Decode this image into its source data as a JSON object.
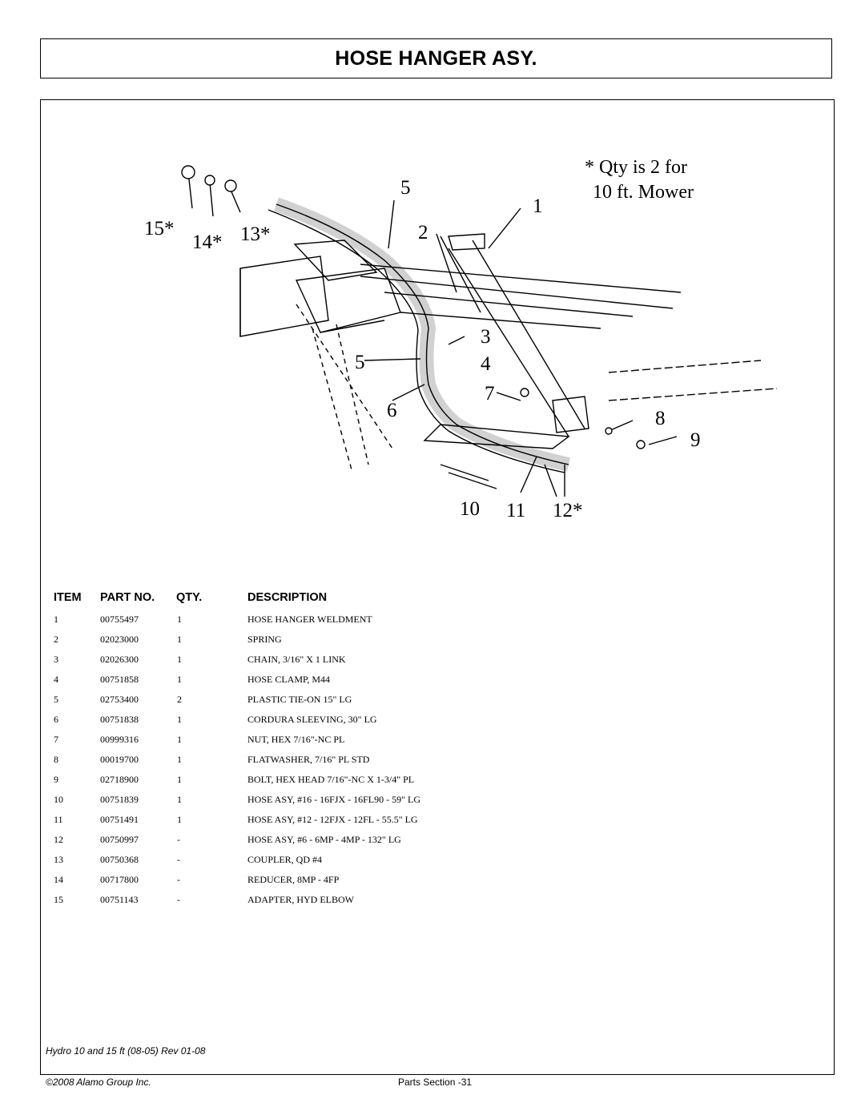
{
  "title": "HOSE HANGER ASY.",
  "diagram": {
    "note_line1": "* Qty is 2 for",
    "note_line2": "10 ft. Mower",
    "callouts": [
      "15*",
      "14*",
      "13*",
      "5",
      "1",
      "2",
      "3",
      "4",
      "5",
      "6",
      "7",
      "8",
      "9",
      "10",
      "11",
      "12*"
    ]
  },
  "table": {
    "headers": {
      "item": "ITEM",
      "part": "PART NO.",
      "qty": "QTY.",
      "desc": "DESCRIPTION"
    },
    "rows": [
      {
        "item": "1",
        "part": "00755497",
        "qty": "1",
        "desc": "HOSE HANGER WELDMENT"
      },
      {
        "item": "2",
        "part": "02023000",
        "qty": "1",
        "desc": "SPRING"
      },
      {
        "item": "3",
        "part": "02026300",
        "qty": "1",
        "desc": "CHAIN,  3/16\" X 1  LINK"
      },
      {
        "item": "4",
        "part": "00751858",
        "qty": "1",
        "desc": "HOSE CLAMP, M44"
      },
      {
        "item": "5",
        "part": "02753400",
        "qty": "2",
        "desc": "PLASTIC TIE-ON 15\" LG"
      },
      {
        "item": "6",
        "part": "00751838",
        "qty": "1",
        "desc": "CORDURA SLEEVING, 30\" LG"
      },
      {
        "item": "7",
        "part": "00999316",
        "qty": "1",
        "desc": "NUT, HEX  7/16\"-NC PL"
      },
      {
        "item": "8",
        "part": "00019700",
        "qty": "1",
        "desc": "FLATWASHER, 7/16\" PL STD"
      },
      {
        "item": "9",
        "part": "02718900",
        "qty": "1",
        "desc": "BOLT, HEX HEAD 7/16\"-NC X 1-3/4\" PL"
      },
      {
        "item": "10",
        "part": "00751839",
        "qty": "1",
        "desc": "HOSE ASY, #16 - 16FJX - 16FL90 - 59\" LG"
      },
      {
        "item": "11",
        "part": "00751491",
        "qty": "1",
        "desc": "HOSE ASY, #12 - 12FJX - 12FL - 55.5\" LG"
      },
      {
        "item": "12",
        "part": "00750997",
        "qty": "-",
        "desc": "HOSE ASY, #6 - 6MP - 4MP - 132\" LG"
      },
      {
        "item": "13",
        "part": "00750368",
        "qty": "-",
        "desc": "COUPLER, QD #4"
      },
      {
        "item": "14",
        "part": "00717800",
        "qty": "-",
        "desc": "REDUCER, 8MP - 4FP"
      },
      {
        "item": "15",
        "part": "00751143",
        "qty": "-",
        "desc": "ADAPTER, HYD ELBOW"
      }
    ]
  },
  "footer": {
    "revision": "Hydro 10 and 15 ft (08-05) Rev 01-08",
    "copyright": "©2008 Alamo Group Inc.",
    "page": "Parts Section -31"
  }
}
